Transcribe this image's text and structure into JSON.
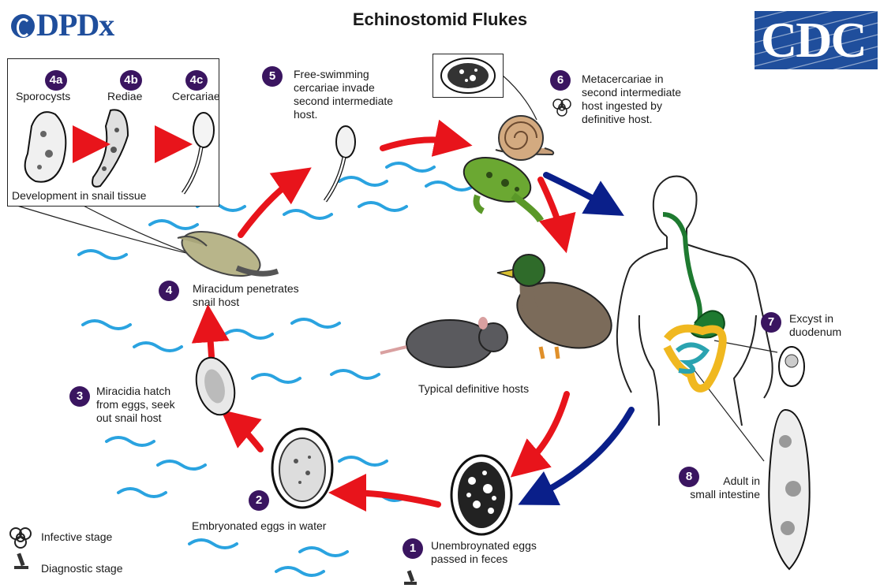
{
  "title": "Echinostomid Flukes",
  "logos": {
    "left": "DPDx",
    "right": "CDC"
  },
  "inset": {
    "caption": "Development in snail tissue",
    "stages": [
      {
        "badge": "4a",
        "label": "Sporocysts"
      },
      {
        "badge": "4b",
        "label": "Rediae"
      },
      {
        "badge": "4c",
        "label": "Cercariae"
      }
    ]
  },
  "stages": [
    {
      "badge": "1",
      "label": "Unembroynated eggs\npassed in feces"
    },
    {
      "badge": "2",
      "label": "Embryonated eggs in water"
    },
    {
      "badge": "3",
      "label": "Miracidia hatch\nfrom eggs, seek\nout snail host"
    },
    {
      "badge": "4",
      "label": "Miracidum penetrates\nsnail host"
    },
    {
      "badge": "5",
      "label": "Free-swimming\ncercariae invade\nsecond intermediate\nhost."
    },
    {
      "badge": "6",
      "label": "Metacercariae in\nsecond intermediate\nhost ingested by\ndefinitive host."
    },
    {
      "badge": "7",
      "label": "Excyst in\nduodenum"
    },
    {
      "badge": "8",
      "label": "Adult in\nsmall intestine"
    }
  ],
  "hosts_label": "Typical definitive hosts",
  "legend": [
    {
      "icon": "biohazard-icon",
      "label": "Infective stage"
    },
    {
      "icon": "microscope-icon",
      "label": "Diagnostic stage"
    }
  ],
  "colors": {
    "badge": "#3a1560",
    "red_arrow": "#e8141b",
    "blue_arrow": "#0a1f8a",
    "water": "#2aa3e0",
    "cdc_blue": "#1f4e9c"
  }
}
